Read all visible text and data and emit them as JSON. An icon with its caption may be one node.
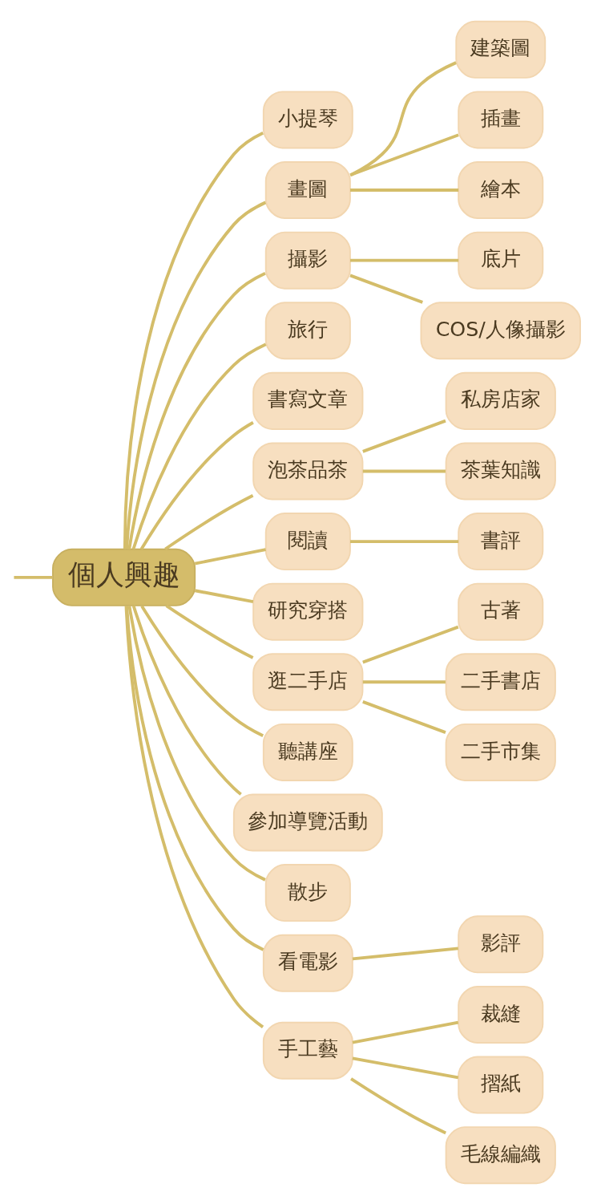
{
  "diagram": {
    "nodes": [
      {
        "text": [
          "個人興趣"
        ]
      },
      {
        "text": [
          "小提琴"
        ]
      },
      {
        "text": [
          "畫圖"
        ]
      },
      {
        "text": [
          "建築圖"
        ]
      },
      {
        "text": [
          "插畫"
        ]
      },
      {
        "text": [
          "繪本"
        ]
      },
      {
        "text": [
          "攝影"
        ]
      },
      {
        "text": [
          "底片"
        ]
      },
      {
        "text": [
          "COS/人像攝影"
        ]
      },
      {
        "text": [
          "旅行"
        ]
      },
      {
        "text": [
          "書寫文章"
        ]
      },
      {
        "text": [
          "泡茶品茶"
        ]
      },
      {
        "text": [
          "私房店家"
        ]
      },
      {
        "text": [
          "茶葉知識"
        ]
      },
      {
        "text": [
          "閱讀"
        ]
      },
      {
        "text": [
          "書評"
        ]
      },
      {
        "text": [
          "研究穿搭"
        ]
      },
      {
        "text": [
          "逛二手店"
        ]
      },
      {
        "text": [
          "古著"
        ]
      },
      {
        "text": [
          "二手書店"
        ]
      },
      {
        "text": [
          "二手市集"
        ]
      },
      {
        "text": [
          "聽講座"
        ]
      },
      {
        "text": [
          "參加導覽活動"
        ]
      },
      {
        "text": [
          "散步"
        ]
      },
      {
        "text": [
          "看電影"
        ]
      },
      {
        "text": [
          "影評"
        ]
      },
      {
        "text": [
          "手工藝"
        ]
      },
      {
        "text": [
          "裁縫"
        ]
      },
      {
        "text": [
          "摺紙"
        ]
      },
      {
        "text": [
          "毛線編織"
        ]
      }
    ],
    "edges": [
      {
        "from": null,
        "to": 0,
        "arrow": "none"
      },
      {
        "from": 0,
        "to": 1,
        "arrow": "none"
      },
      {
        "from": 0,
        "to": 2,
        "arrow": "none"
      },
      {
        "from": 2,
        "to": 3,
        "arrow": "none"
      },
      {
        "from": 2,
        "to": 4,
        "arrow": "none"
      },
      {
        "from": 2,
        "to": 5,
        "arrow": "none"
      },
      {
        "from": 0,
        "to": 6,
        "arrow": "none"
      },
      {
        "from": 6,
        "to": 7,
        "arrow": "none"
      },
      {
        "from": 6,
        "to": 8,
        "arrow": "none"
      },
      {
        "from": 0,
        "to": 9,
        "arrow": "none"
      },
      {
        "from": 0,
        "to": 10,
        "arrow": "none"
      },
      {
        "from": 0,
        "to": 11,
        "arrow": "none"
      },
      {
        "from": 11,
        "to": 12,
        "arrow": "none"
      },
      {
        "from": 11,
        "to": 13,
        "arrow": "none"
      },
      {
        "from": 0,
        "to": 14,
        "arrow": "none"
      },
      {
        "from": 14,
        "to": 15,
        "arrow": "none"
      },
      {
        "from": 0,
        "to": 16,
        "arrow": "none"
      },
      {
        "from": 0,
        "to": 17,
        "arrow": "none"
      },
      {
        "from": 17,
        "to": 18,
        "arrow": "none"
      },
      {
        "from": 17,
        "to": 19,
        "arrow": "none"
      },
      {
        "from": 17,
        "to": 20,
        "arrow": "none"
      },
      {
        "from": 0,
        "to": 21,
        "arrow": "none"
      },
      {
        "from": 0,
        "to": 22,
        "arrow": "none"
      },
      {
        "from": 0,
        "to": 23,
        "arrow": "none"
      },
      {
        "from": 0,
        "to": 24,
        "arrow": "none"
      },
      {
        "from": 24,
        "to": 25,
        "arrow": "none"
      },
      {
        "from": 0,
        "to": 26,
        "arrow": "none"
      },
      {
        "from": 26,
        "to": 27,
        "arrow": "none"
      },
      {
        "from": 26,
        "to": 28,
        "arrow": "none"
      },
      {
        "from": 26,
        "to": 29,
        "arrow": "none"
      }
    ]
  }
}
